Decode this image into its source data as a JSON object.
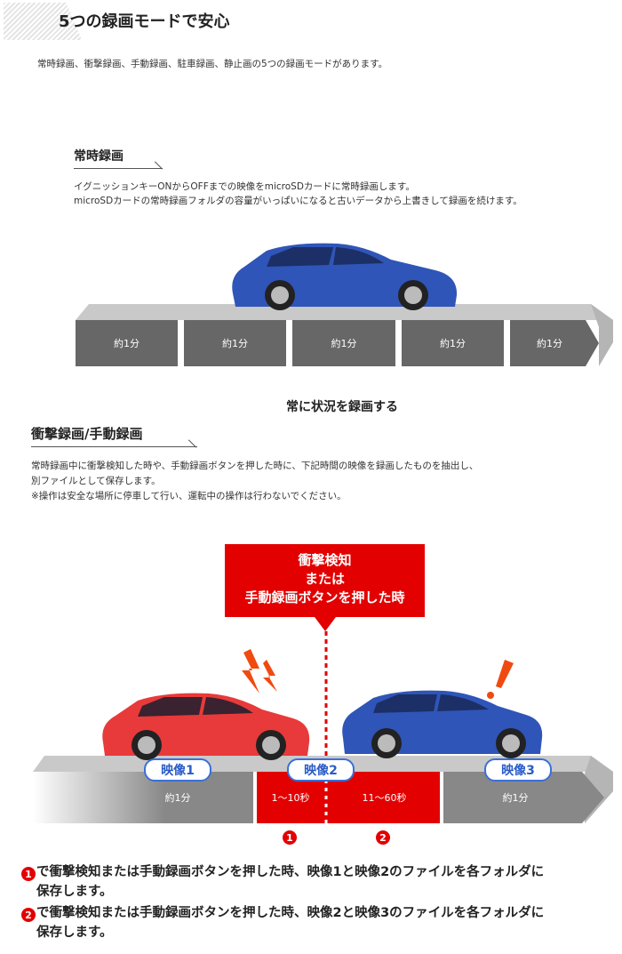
{
  "header": {
    "title": "5つの録画モードで安心",
    "intro": "常時録画、衝撃録画、手動録画、駐車録画、静止画の5つの録画モードがあります。"
  },
  "continuous": {
    "heading": "常時録画",
    "lines": [
      "イグニッションキーONからOFFまでの映像をmicroSDカードに常時録画します。",
      "microSDカードの常時録画フォルダの容量がいっぱいになると古いデータから上書きして録画を続けます。"
    ],
    "segments": [
      "約1分",
      "約1分",
      "約1分",
      "約1分",
      "約1分"
    ],
    "caption": "常に状況を録画する"
  },
  "impact": {
    "heading": "衝撃録画/手動録画",
    "lines": [
      "常時録画中に衝撃検知した時や、手動録画ボタンを押した時に、下記時間の映像を録画したものを抽出し、",
      "別ファイルとして保存します。",
      "※操作は安全な場所に停車して行い、運転中の操作は行わないでください。"
    ],
    "callout": [
      "衝撃検知",
      "または",
      "手動録画ボタンを押した時"
    ],
    "segments": [
      "約1分",
      "1〜10秒",
      "11〜60秒",
      "約1分"
    ],
    "videos": [
      "映像1",
      "映像2",
      "映像3"
    ],
    "markers": [
      "1",
      "2"
    ],
    "notes": [
      {
        "num": "1",
        "text": "で衝撃検知または手動録画ボタンを押した時、映像1と映像2のファイルを各フォルダに",
        "cont": "保存します。"
      },
      {
        "num": "2",
        "text": "で衝撃検知または手動録画ボタンを押した時、映像2と映像3のファイルを各フォルダに",
        "cont": "保存します。"
      }
    ]
  },
  "colors": {
    "red": "#e30000",
    "blue": "#2f55b8",
    "gray": "#676767"
  }
}
